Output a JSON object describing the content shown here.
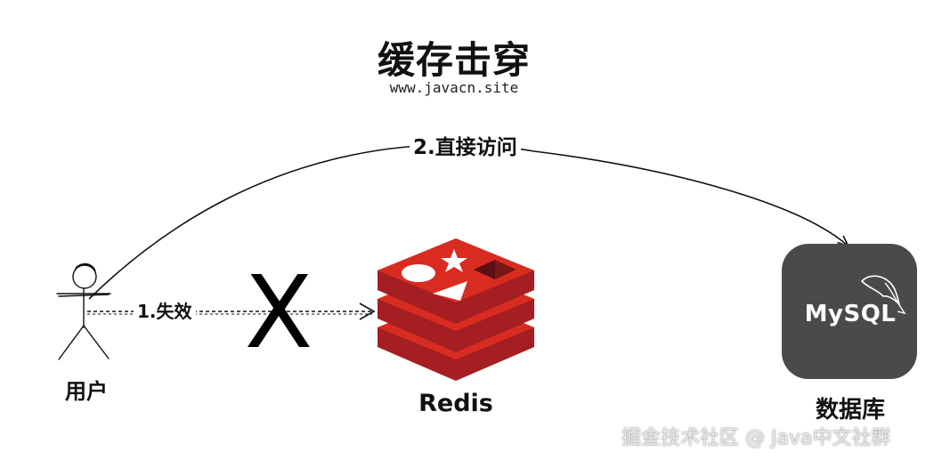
{
  "title": "缓存击穿",
  "subtitle": "www.javacn.site",
  "edges": {
    "direct": {
      "label": "2.直接访问"
    },
    "fail": {
      "label": "1.失效",
      "marker": "X"
    }
  },
  "nodes": {
    "user": {
      "label": "用户",
      "icon": "stick-figure-icon"
    },
    "redis": {
      "label": "Redis",
      "icon": "redis-logo-icon",
      "color": "#c83030"
    },
    "db": {
      "label": "数据库",
      "icon": "mysql-logo-icon",
      "logo_text": "MySQL",
      "tile_color": "#4a4a4a"
    }
  },
  "watermark": "掘金技术社区 @ Java中文社群"
}
